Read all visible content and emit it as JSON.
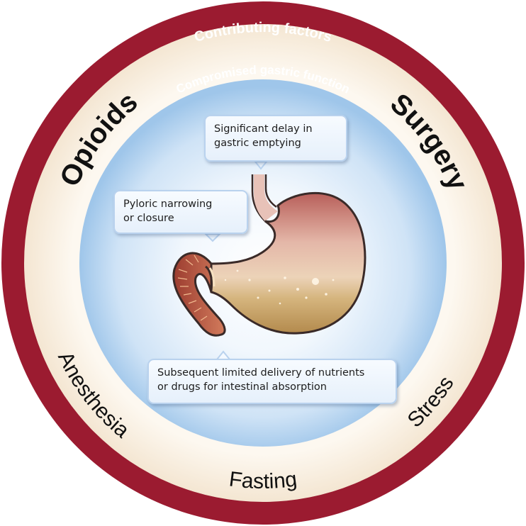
{
  "outer_ring": {
    "title": "Contributing factors",
    "factors": {
      "opioids": "Opioids",
      "surgery": "Surgery",
      "anesthesia": "Anesthesia",
      "fasting": "Fasting",
      "stress": "Stress"
    }
  },
  "inner_ring": {
    "title": "Compromised gastric function"
  },
  "callouts": {
    "delay": {
      "line1": "Significant delay in",
      "line2": "gastric emptying"
    },
    "pyloric": {
      "line1": "Pyloric narrowing",
      "line2": "or closure"
    },
    "delivery": {
      "line1": "Subsequent limited delivery of nutrients",
      "line2": "or drugs for intestinal absorption"
    }
  },
  "colors": {
    "outer_ring": "#9b1b30",
    "cream_band": "#fbf3e7",
    "inner_blue": "#a9cdee",
    "inner_light": "#eaf4fc",
    "stomach_wall": "#c98f7d",
    "stomach_content": "#d9bb86",
    "intestine": "#b4503f"
  },
  "icons": {
    "stomach": "stomach-illustration"
  }
}
